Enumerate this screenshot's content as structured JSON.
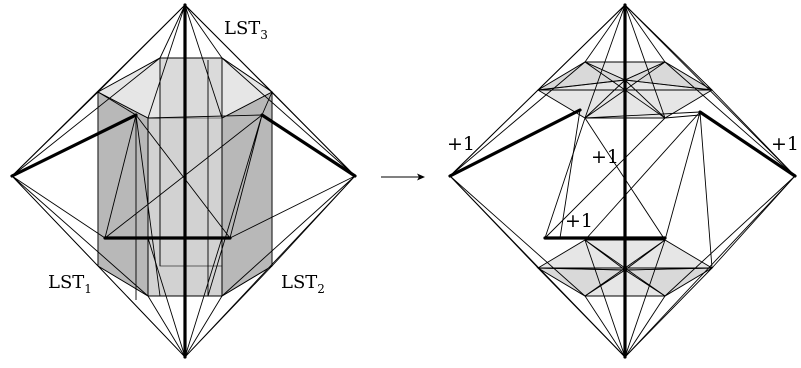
{
  "left_labels": [
    {
      "id": "lst3",
      "main": "LST",
      "sub": "3"
    },
    {
      "id": "lst1",
      "main": "LST",
      "sub": "1"
    },
    {
      "id": "lst2",
      "main": "LST",
      "sub": "2"
    }
  ],
  "right_labels": [
    "+1",
    "+1",
    "+1",
    "+1"
  ],
  "colors": {
    "stroke": "#000000",
    "light_face": "#e6e6e6",
    "mid_face": "#d2d2d2",
    "dark_face": "#b8b8b8"
  }
}
